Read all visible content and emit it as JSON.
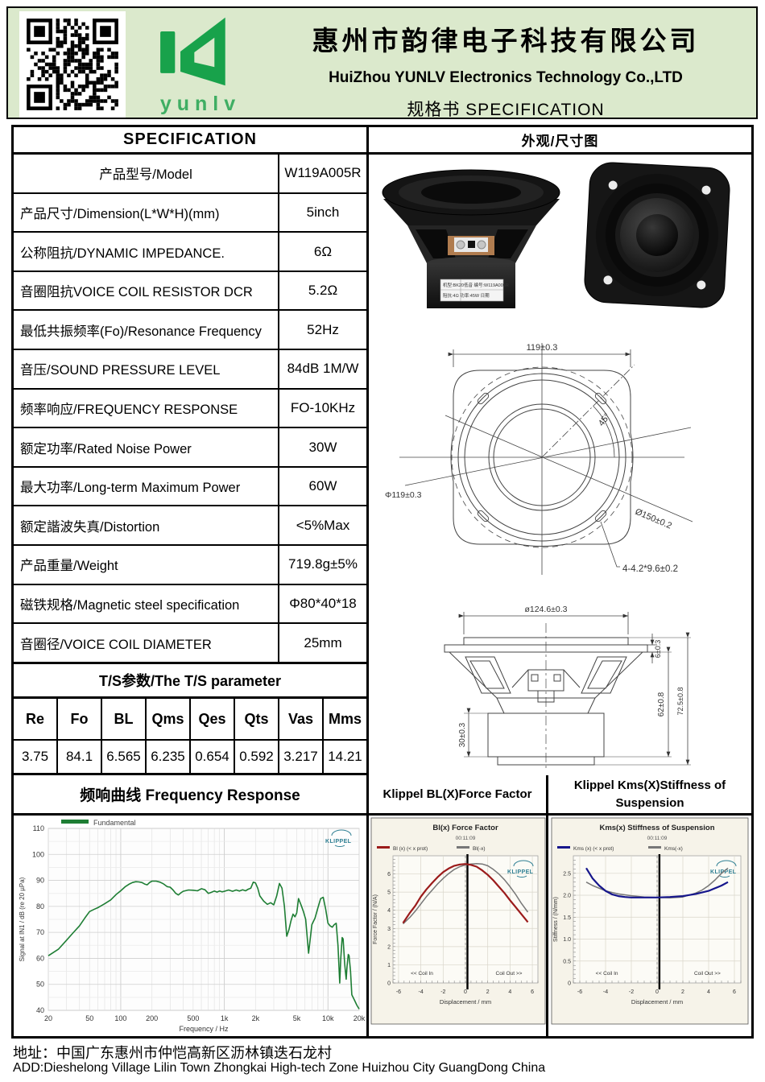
{
  "header": {
    "company_cn": "惠州市韵律电子科技有限公司",
    "company_en": "HuiZhou YUNLV Electronics Technology Co.,LTD",
    "doc_type": "规格书  SPECIFICATION",
    "logo_text": "yunlv"
  },
  "spec": {
    "title": "SPECIFICATION",
    "rows": [
      {
        "label": "产品型号/Model",
        "value": "W119A005R",
        "center": true
      },
      {
        "label": "产品尺寸/Dimension(L*W*H)(mm)",
        "value": "5inch",
        "center": false
      },
      {
        "label": "公称阻抗/DYNAMIC IMPEDANCE.",
        "value": "6Ω",
        "center": false
      },
      {
        "label": "音圈阻抗VOICE COIL RESISTOR DCR",
        "value": "5.2Ω",
        "center": false
      },
      {
        "label": "最低共振频率(Fo)/Resonance Frequency",
        "value": "52Hz",
        "center": false
      },
      {
        "label": "音压/SOUND PRESSURE LEVEL",
        "value": "84dB 1M/W",
        "center": false
      },
      {
        "label": "频率响应/FREQUENCY RESPONSE",
        "value": "FO-10KHz",
        "center": false
      },
      {
        "label": "额定功率/Rated Noise Power",
        "value": "30W",
        "center": false
      },
      {
        "label": "最大功率/Long-term Maximum Power",
        "value": "60W",
        "center": false
      },
      {
        "label": "额定諧波失真/Distortion",
        "value": "<5%Max",
        "center": false
      },
      {
        "label": "产品重量/Weight",
        "value": "719.8g±5%",
        "center": false
      },
      {
        "label": "磁铁规格/Magnetic steel specification",
        "value": "Φ80*40*18",
        "center": false
      },
      {
        "label": "音圈径/VOICE COIL DIAMETER",
        "value": "25mm",
        "center": false
      }
    ]
  },
  "ts": {
    "title": "T/S参数/The T/S parameter",
    "headers": [
      "Re",
      "Fo",
      "BL",
      "Qms",
      "Qes",
      "Qts",
      "Vas",
      "Mms"
    ],
    "values": [
      "3.75",
      "84.1",
      "6.565",
      "6.235",
      "0.654",
      "0.592",
      "3.217",
      "14.21"
    ]
  },
  "right_panel": {
    "title": "外观/尺寸图",
    "photo_label_line1": "机型:BK20低音  编号:W119A005R",
    "photo_label_line2": "阻抗:4Ω  功率:45W  日期"
  },
  "drawings": {
    "front": {
      "dim_width": "119±0.3",
      "dim_bolt": "Φ119±0.3",
      "dim_frame": "Ø150±0.2",
      "dim_angle": "45°",
      "dim_slot": "4-4.2*9.6±0.2"
    },
    "side": {
      "dim_diameter": "ø124.6±0.3",
      "dim_flange": "6±0.3",
      "dim_depth": "62±0.8",
      "dim_total": "72.5±0.8",
      "dim_magnet": "30±0.3"
    }
  },
  "sections": {
    "freq_header": "频响曲线 Frequency Response",
    "bl_header": "Klippel BL(X)Force Factor",
    "kms_header": "Klippel Kms(X)Stiffness of Suspension",
    "klippel_logo": "KLIPPEL"
  },
  "chart_data": [
    {
      "type": "line",
      "title": "频响曲线 Frequency Response",
      "xlabel": "Frequency / Hz",
      "ylabel": "Signal at IN1 / dB (re 20 µPa)",
      "xscale": "log",
      "xlim": [
        20,
        20000
      ],
      "ylim": [
        40,
        110
      ],
      "xtick_labels": [
        "20",
        "50",
        "100",
        "200",
        "500",
        "1k",
        "2k",
        "5k",
        "10k",
        "20k"
      ],
      "xtick_values": [
        20,
        50,
        100,
        200,
        500,
        1000,
        2000,
        5000,
        10000,
        20000
      ],
      "ytick_values": [
        40,
        50,
        60,
        70,
        80,
        90,
        100,
        110
      ],
      "grid": true,
      "legend_position": "top-left",
      "series": [
        {
          "name": "Fundamental",
          "color": "#1e7e34",
          "points": [
            [
              20,
              61
            ],
            [
              25,
              63.5
            ],
            [
              30,
              67
            ],
            [
              35,
              70
            ],
            [
              40,
              72.5
            ],
            [
              45,
              75.5
            ],
            [
              50,
              78
            ],
            [
              55,
              78.8
            ],
            [
              60,
              79.5
            ],
            [
              70,
              81
            ],
            [
              80,
              82.5
            ],
            [
              90,
              84.5
            ],
            [
              100,
              86
            ],
            [
              110,
              87.5
            ],
            [
              120,
              88.5
            ],
            [
              130,
              89.2
            ],
            [
              140,
              89.5
            ],
            [
              150,
              89.4
            ],
            [
              160,
              89.2
            ],
            [
              170,
              88.6
            ],
            [
              180,
              88.3
            ],
            [
              190,
              89.2
            ],
            [
              200,
              89.7
            ],
            [
              220,
              89.7
            ],
            [
              240,
              89.3
            ],
            [
              260,
              88.6
            ],
            [
              280,
              87.6
            ],
            [
              300,
              87.4
            ],
            [
              320,
              86.3
            ],
            [
              340,
              85
            ],
            [
              360,
              84.4
            ],
            [
              380,
              85.2
            ],
            [
              400,
              85.8
            ],
            [
              450,
              86.3
            ],
            [
              500,
              86.2
            ],
            [
              550,
              86
            ],
            [
              600,
              86.8
            ],
            [
              650,
              86.4
            ],
            [
              700,
              85
            ],
            [
              750,
              85.4
            ],
            [
              800,
              85.9
            ],
            [
              850,
              85.5
            ],
            [
              900,
              85.9
            ],
            [
              950,
              85.6
            ],
            [
              1000,
              85.8
            ],
            [
              1100,
              86.3
            ],
            [
              1200,
              85.8
            ],
            [
              1300,
              86.3
            ],
            [
              1400,
              85.9
            ],
            [
              1500,
              86.4
            ],
            [
              1600,
              86
            ],
            [
              1700,
              86.6
            ],
            [
              1800,
              87
            ],
            [
              1900,
              89.3
            ],
            [
              2000,
              89
            ],
            [
              2100,
              87
            ],
            [
              2200,
              84
            ],
            [
              2400,
              82
            ],
            [
              2600,
              80.8
            ],
            [
              2800,
              81.4
            ],
            [
              3000,
              80.6
            ],
            [
              3200,
              84
            ],
            [
              3400,
              88.8
            ],
            [
              3600,
              87
            ],
            [
              3800,
              80
            ],
            [
              4000,
              68.5
            ],
            [
              4200,
              71
            ],
            [
              4400,
              74.5
            ],
            [
              4600,
              77
            ],
            [
              4800,
              76
            ],
            [
              5000,
              77.5
            ],
            [
              5200,
              83
            ],
            [
              5500,
              80.5
            ],
            [
              5800,
              78
            ],
            [
              6100,
              75
            ],
            [
              6500,
              62
            ],
            [
              7000,
              73
            ],
            [
              7500,
              75.5
            ],
            [
              8000,
              79.5
            ],
            [
              8500,
              83
            ],
            [
              9000,
              83.5
            ],
            [
              9500,
              79
            ],
            [
              10000,
              73.5
            ],
            [
              10500,
              72.5
            ],
            [
              11000,
              72
            ],
            [
              11500,
              73
            ],
            [
              12000,
              73.5
            ],
            [
              12500,
              65
            ],
            [
              13000,
              50.5
            ],
            [
              13300,
              60
            ],
            [
              13700,
              68
            ],
            [
              14000,
              67.5
            ],
            [
              14500,
              58
            ],
            [
              15000,
              52
            ],
            [
              15300,
              57
            ],
            [
              15700,
              61.5
            ],
            [
              16000,
              61
            ],
            [
              16500,
              55
            ],
            [
              17000,
              46
            ],
            [
              17500,
              45
            ],
            [
              18000,
              44
            ],
            [
              19000,
              42
            ],
            [
              20000,
              40.5
            ]
          ]
        }
      ]
    },
    {
      "type": "line",
      "title": "Bl(x) Force Factor",
      "subtitle": "00:11:09",
      "xlabel": "Displacement / mm",
      "ylabel": "Force Factor / (N/A)",
      "xlim": [
        -6.5,
        6.5
      ],
      "ylim": [
        0,
        7
      ],
      "xtick_values": [
        -6,
        -4,
        -2,
        0,
        2,
        4,
        6
      ],
      "ytick_values": [
        0,
        1,
        2,
        3,
        4,
        5,
        6
      ],
      "annotations": [
        "<< Coil In",
        "Coil Out >>"
      ],
      "series": [
        {
          "name": "Bl (x) (< x prot)",
          "color": "#9b1b1b",
          "points": [
            [
              -5.6,
              3.3
            ],
            [
              -5,
              3.85
            ],
            [
              -4.5,
              4.25
            ],
            [
              -4,
              4.75
            ],
            [
              -3.5,
              5.15
            ],
            [
              -3,
              5.5
            ],
            [
              -2.5,
              5.82
            ],
            [
              -2,
              6.1
            ],
            [
              -1.5,
              6.3
            ],
            [
              -1,
              6.45
            ],
            [
              -0.5,
              6.52
            ],
            [
              0,
              6.55
            ],
            [
              0.5,
              6.5
            ],
            [
              1,
              6.4
            ],
            [
              1.5,
              6.2
            ],
            [
              2,
              5.95
            ],
            [
              2.5,
              5.65
            ],
            [
              3,
              5.3
            ],
            [
              3.5,
              4.95
            ],
            [
              4,
              4.55
            ],
            [
              4.5,
              4.18
            ],
            [
              5,
              3.8
            ],
            [
              5.6,
              3.35
            ]
          ]
        },
        {
          "name": "Bl(-x)",
          "color": "#777777",
          "points": [
            [
              -5.6,
              3.25
            ],
            [
              -5,
              3.6
            ],
            [
              -4.5,
              3.95
            ],
            [
              -4,
              4.35
            ],
            [
              -3.5,
              4.75
            ],
            [
              -3,
              5.1
            ],
            [
              -2.5,
              5.45
            ],
            [
              -2,
              5.75
            ],
            [
              -1.5,
              6.02
            ],
            [
              -1,
              6.25
            ],
            [
              -0.5,
              6.4
            ],
            [
              0,
              6.5
            ],
            [
              0.5,
              6.55
            ],
            [
              1,
              6.57
            ],
            [
              1.5,
              6.55
            ],
            [
              2,
              6.45
            ],
            [
              2.5,
              6.25
            ],
            [
              3,
              6
            ],
            [
              3.5,
              5.68
            ],
            [
              4,
              5.3
            ],
            [
              4.5,
              4.88
            ],
            [
              5,
              4.4
            ],
            [
              5.6,
              3.9
            ]
          ]
        }
      ]
    },
    {
      "type": "line",
      "title": "Kms(x) Stiffness of Suspension",
      "subtitle": "00:11:09",
      "xlabel": "Displacement / mm",
      "ylabel": "Stiffness / (N/mm)",
      "xlim": [
        -6.5,
        6.5
      ],
      "ylim": [
        0,
        2.9
      ],
      "xtick_values": [
        -6,
        -4,
        -2,
        0,
        2,
        4,
        6
      ],
      "ytick_values": [
        0,
        0.5,
        1,
        1.5,
        2,
        2.5
      ],
      "annotations": [
        "<< Coil In",
        "Coil Out >>"
      ],
      "series": [
        {
          "name": "Kms (x) (< x prot)",
          "color": "#16168c",
          "points": [
            [
              -5.5,
              2.62
            ],
            [
              -5,
              2.38
            ],
            [
              -4.5,
              2.22
            ],
            [
              -4,
              2.1
            ],
            [
              -3.5,
              2.02
            ],
            [
              -3,
              1.98
            ],
            [
              -2.5,
              1.96
            ],
            [
              -2,
              1.95
            ],
            [
              -1,
              1.95
            ],
            [
              0,
              1.95
            ],
            [
              1,
              1.96
            ],
            [
              2,
              1.98
            ],
            [
              3,
              2.03
            ],
            [
              4,
              2.1
            ],
            [
              5,
              2.22
            ],
            [
              5.5,
              2.3
            ]
          ]
        },
        {
          "name": "Kms(-x)",
          "color": "#777777",
          "points": [
            [
              -5.5,
              2.3
            ],
            [
              -5,
              2.22
            ],
            [
              -4,
              2.1
            ],
            [
              -3,
              2.03
            ],
            [
              -2,
              1.99
            ],
            [
              -1,
              1.96
            ],
            [
              0,
              1.95
            ],
            [
              1,
              1.94
            ],
            [
              2,
              1.96
            ],
            [
              3,
              2.05
            ],
            [
              3.5,
              2.12
            ],
            [
              4,
              2.22
            ],
            [
              4.5,
              2.35
            ],
            [
              5,
              2.5
            ],
            [
              5.5,
              2.62
            ]
          ]
        }
      ]
    }
  ],
  "footer": {
    "line1": "地址：中国广东惠州市仲恺高新区沥林镇迭石龙村",
    "line2": "ADD:Dieshelong Village Lilin  Town Zhongkai High-tech Zone Huizhou City GuangDong China"
  }
}
